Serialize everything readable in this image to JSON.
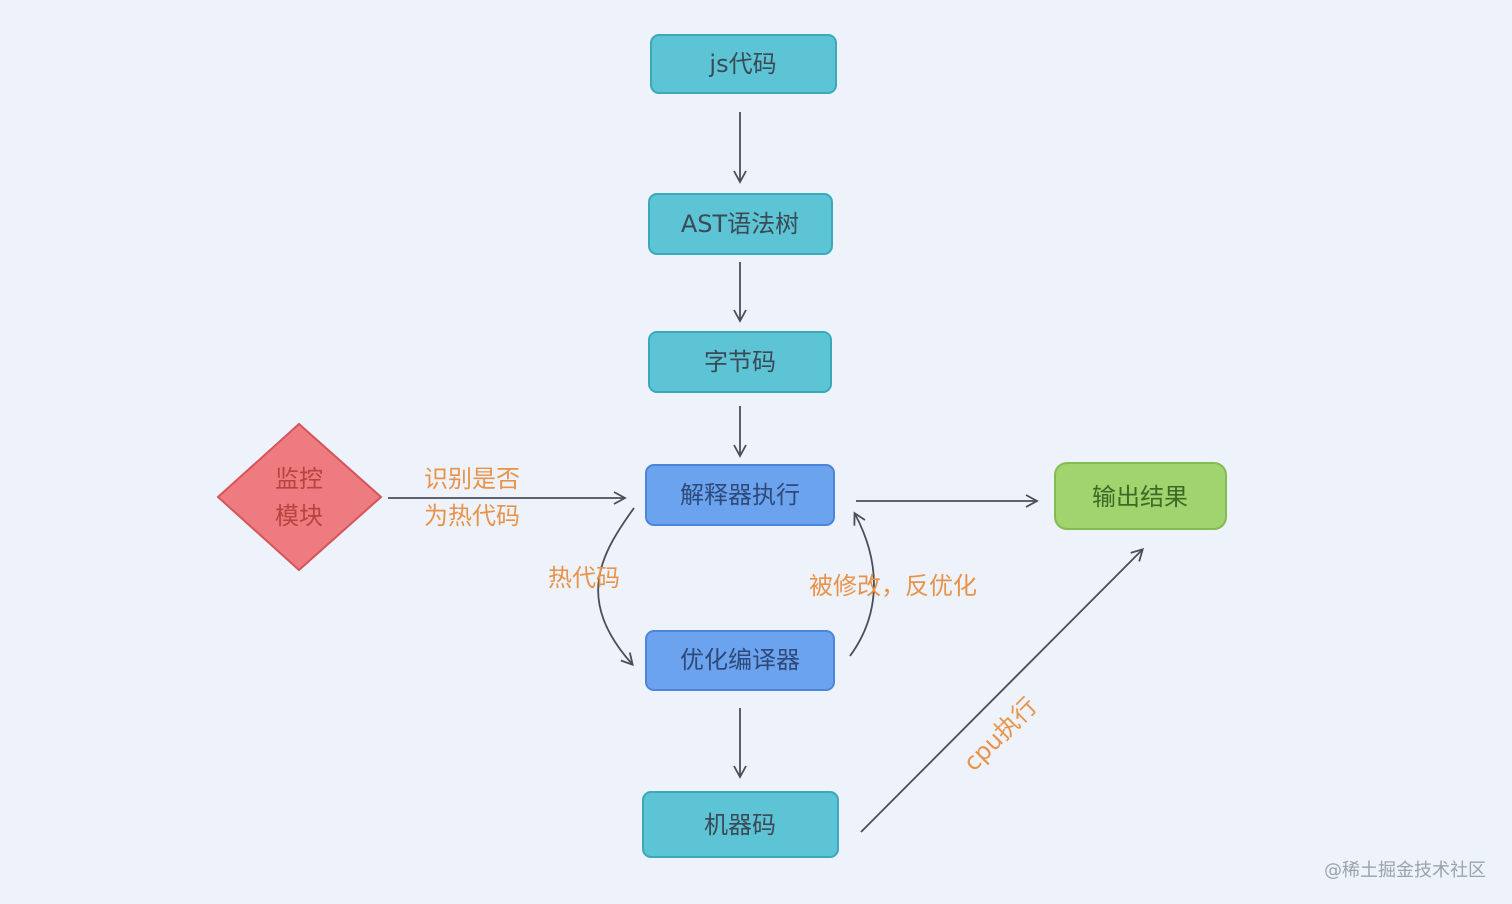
{
  "nodes": {
    "js_code": "js代码",
    "ast": "AST语法树",
    "bytecode": "字节码",
    "interpreter": "解释器执行",
    "optimizer": "优化编译器",
    "machine_code": "机器码",
    "monitor_line1": "监控",
    "monitor_line2": "模块",
    "output": "输出结果"
  },
  "edges": {
    "identify_line1": "识别是否",
    "identify_line2": "为热代码",
    "hot_code": "热代码",
    "deopt": "被修改，反优化",
    "cpu_exec": "cpu执行"
  },
  "watermark": "@稀土掘金技术社区",
  "colors": {
    "teal": "#5cc4d4",
    "blue": "#6ba3ee",
    "red": "#ee7b7f",
    "green": "#9fd46f",
    "orange": "#e8934a",
    "background": "#eef2fb"
  }
}
